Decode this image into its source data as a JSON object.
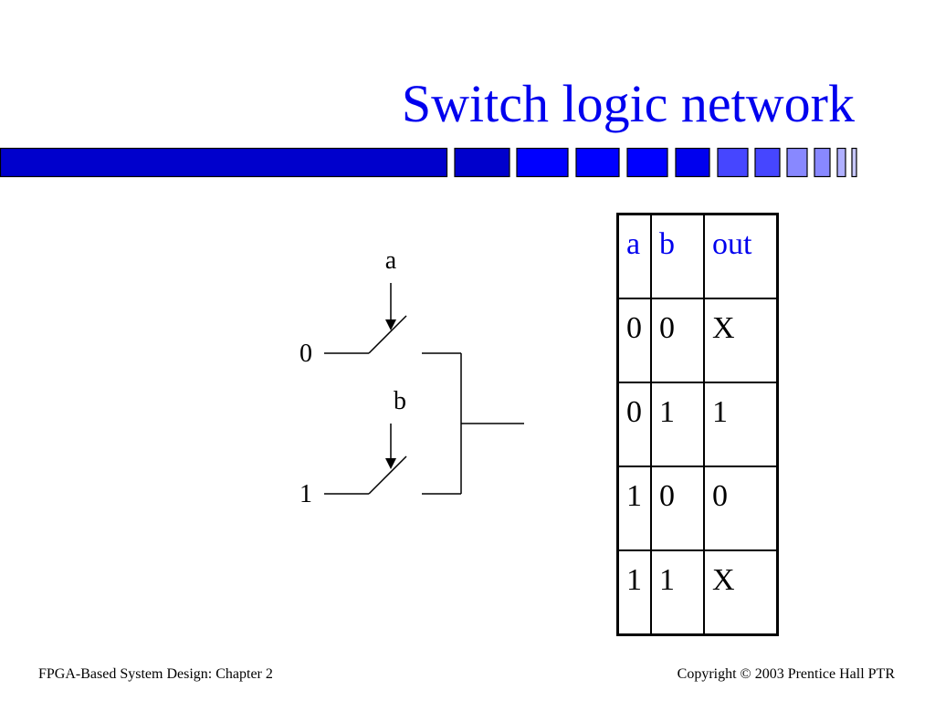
{
  "slide": {
    "title": "Switch logic network",
    "accent_color": "#0000ee",
    "bar_colors": [
      "#0000cc",
      "#0000ff",
      "#4646ff",
      "#8888ff"
    ]
  },
  "circuit": {
    "label_a": "a",
    "label_b": "b",
    "input_top": "0",
    "input_bottom": "1"
  },
  "truth_table": {
    "headers": [
      "a",
      "b",
      "out"
    ],
    "rows": [
      [
        "0",
        "0",
        "X"
      ],
      [
        "0",
        "1",
        "1"
      ],
      [
        "1",
        "0",
        "0"
      ],
      [
        "1",
        "1",
        "X"
      ]
    ]
  },
  "footer": {
    "left": "FPGA-Based System Design: Chapter 2",
    "right": "Copyright © 2003 Prentice Hall PTR"
  }
}
